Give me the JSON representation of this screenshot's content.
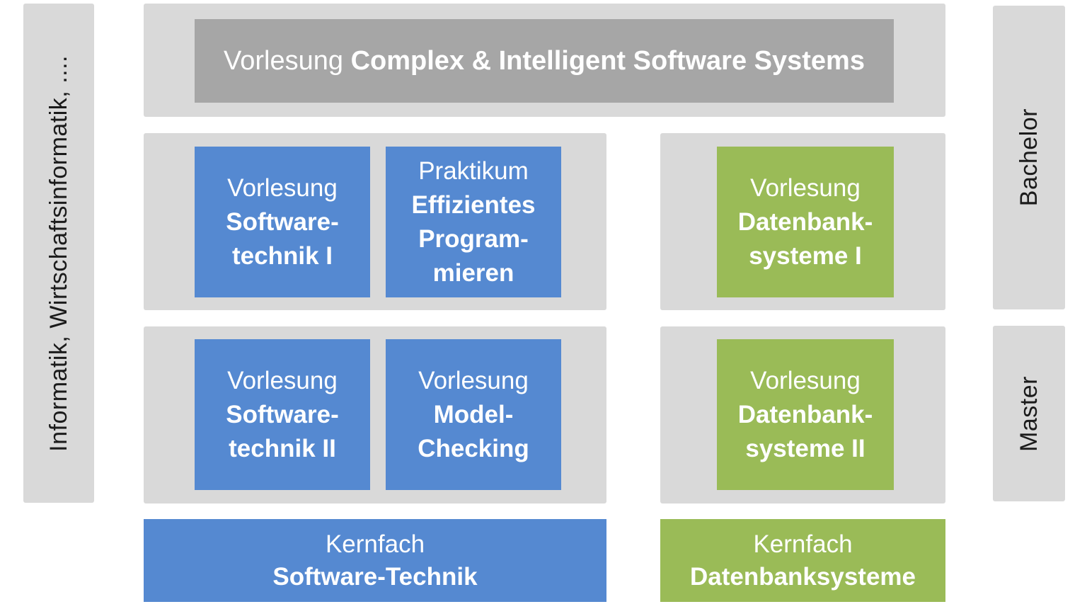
{
  "colors": {
    "blue": "#5589D1",
    "green": "#9ABB57",
    "light_gray": "#D9D9D9",
    "dark_gray": "#A6A6A6",
    "black": "#1B1B1B",
    "white": "#FFFFFF"
  },
  "sidebars": {
    "programs": "Informatik, Wirtschaftsinformatik, ....",
    "bachelor": "Bachelor",
    "master": "Master"
  },
  "header": {
    "type": "Vorlesung",
    "title": "Complex & Intelligent Software Systems"
  },
  "boxes": {
    "softwaretechnik1": {
      "type": "Vorlesung",
      "line1": "Software-",
      "line2": "technik I"
    },
    "effizientes": {
      "type": "Praktikum",
      "line1": "Effizientes",
      "line2": "Program-",
      "line3": "mieren"
    },
    "datenbank1": {
      "type": "Vorlesung",
      "line1": "Datenbank-",
      "line2": "systeme I"
    },
    "softwaretechnik2": {
      "type": "Vorlesung",
      "line1": "Software-",
      "line2": "technik II"
    },
    "modelchecking": {
      "type": "Vorlesung",
      "line1": "Model-",
      "line2": "Checking"
    },
    "datenbank2": {
      "type": "Vorlesung",
      "line1": "Datenbank-",
      "line2": "systeme II"
    }
  },
  "kernfach": {
    "software": {
      "line1": "Kernfach",
      "line2": "Software-Technik"
    },
    "datenbank": {
      "line1": "Kernfach",
      "line2": "Datenbanksysteme"
    }
  }
}
